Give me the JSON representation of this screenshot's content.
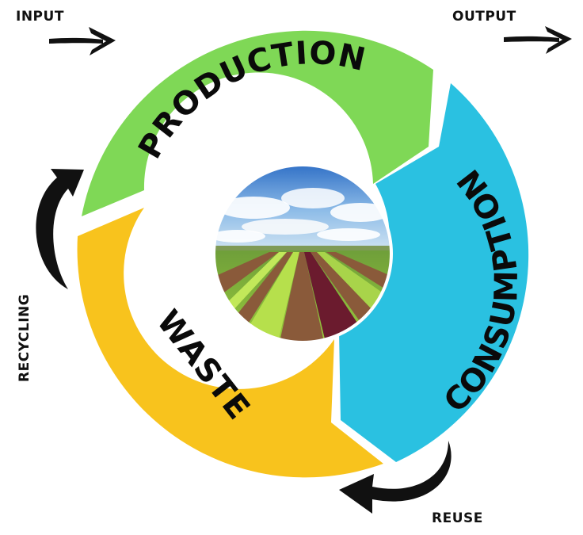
{
  "labels": {
    "input": "INPUT",
    "output": "OUTPUT",
    "recycling": "RECYCLING",
    "reuse": "REUSE"
  },
  "segments": {
    "production": {
      "label": "PRODUCTION",
      "color": "#7fd856"
    },
    "consumption": {
      "label": "CONSUMPTION",
      "color": "#2ac1e1"
    },
    "waste": {
      "label": "WASTE",
      "color": "#f8c31d"
    }
  },
  "center_image": {
    "icon": "farm-field-photo"
  },
  "arrow_color": "#111111"
}
